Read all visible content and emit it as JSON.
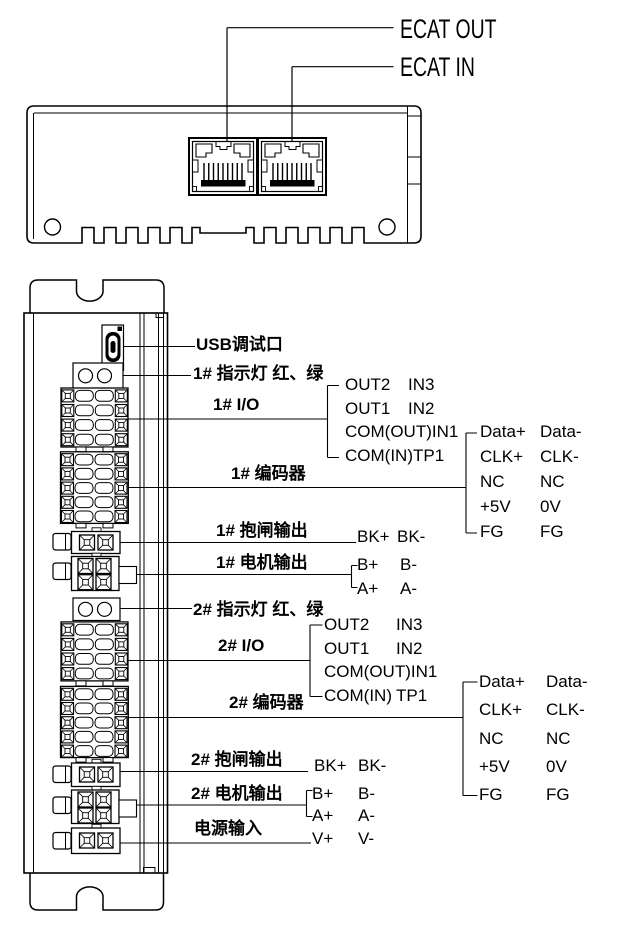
{
  "top_view": {
    "ecat_out": "ECAT OUT",
    "ecat_in": "ECAT IN"
  },
  "front_view": {
    "usb_label": "USB调试口",
    "led1_label": "1# 指示灯 红、绿",
    "io1_label": "1# I/O",
    "enc1_label": "1# 编码器",
    "brake1_label": "1# 抱闸输出",
    "motor1_label": "1# 电机输出",
    "led2_label": "2# 指示灯 红、绿",
    "io2_label": "2# I/O",
    "enc2_label": "2# 编码器",
    "brake2_label": "2# 抱闸输出",
    "motor2_label": "2# 电机输出",
    "power_label": "电源输入"
  },
  "pins": {
    "io": [
      [
        "OUT2",
        "IN3"
      ],
      [
        "OUT1",
        "IN2"
      ],
      [
        "COM(OUT)",
        "IN1"
      ],
      [
        "COM(IN)",
        "TP1"
      ]
    ],
    "encoder": [
      [
        "Data+",
        "Data-"
      ],
      [
        "CLK+",
        "CLK-"
      ],
      [
        "NC",
        "NC"
      ],
      [
        "+5V",
        "0V"
      ],
      [
        "FG",
        "FG"
      ]
    ],
    "brake": [
      "BK+",
      "BK-"
    ],
    "motor": [
      [
        "B+",
        "B-"
      ],
      [
        "A+",
        "A-"
      ]
    ],
    "power": [
      "V+",
      "V-"
    ]
  }
}
